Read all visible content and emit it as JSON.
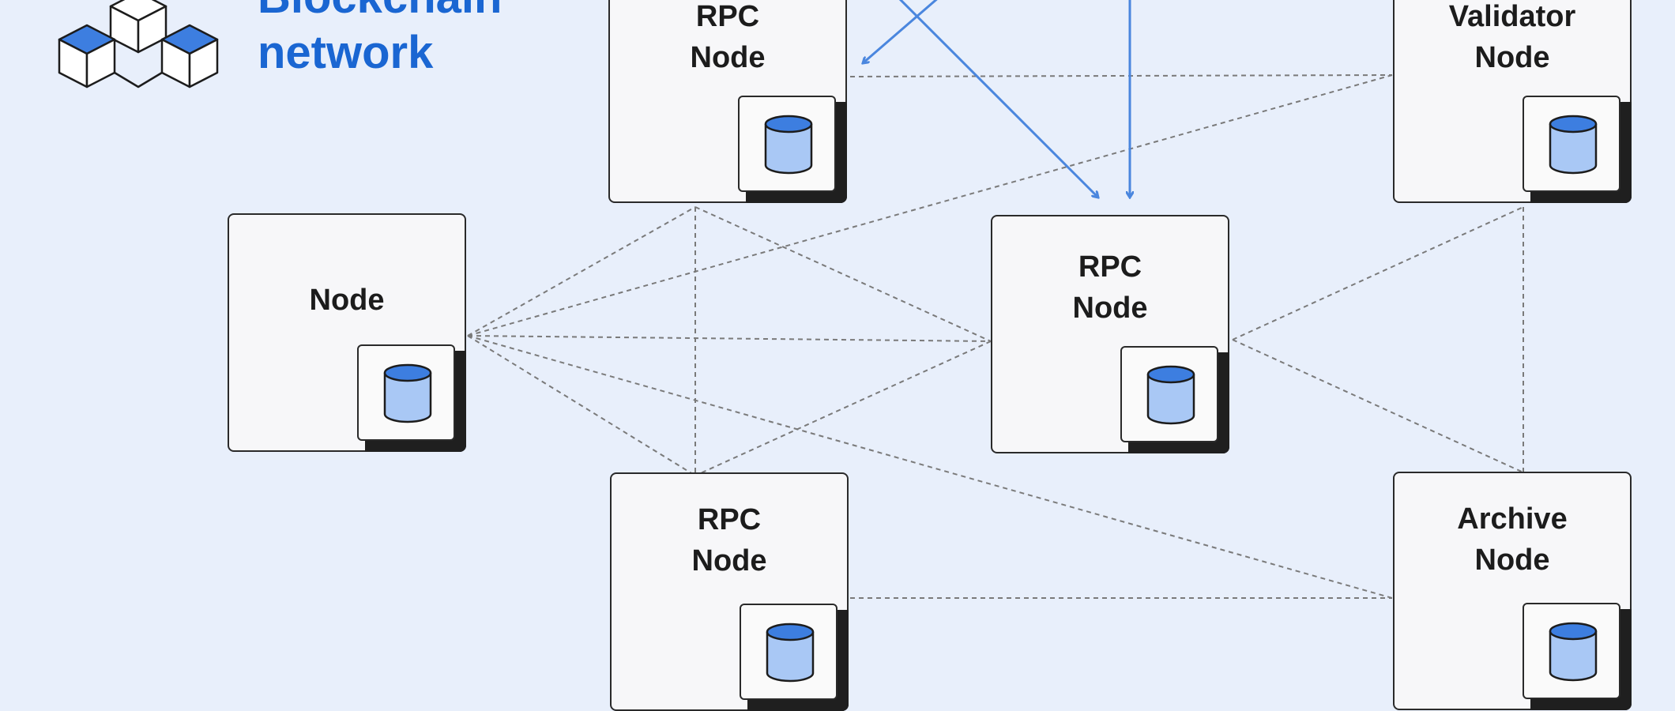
{
  "title": {
    "line1": "Blockchain",
    "line2": "network"
  },
  "nodes": {
    "rpc_top": {
      "line1": "RPC",
      "line2": "Node"
    },
    "validator": {
      "line1": "Validator",
      "line2": "Node"
    },
    "plain": {
      "line1": "Node",
      "line2": ""
    },
    "rpc_center": {
      "line1": "RPC",
      "line2": "Node"
    },
    "rpc_bottom": {
      "line1": "RPC",
      "line2": "Node"
    },
    "archive": {
      "line1": "Archive",
      "line2": "Node"
    }
  },
  "colors": {
    "accent": "#1a66d2",
    "arrow": "#4a86de",
    "db_fill": "#a9c8f5",
    "db_top": "#3d7ee0",
    "background": "#e8effb"
  },
  "icons": {
    "logo": "blockchain-cubes-icon",
    "database": "database-icon"
  }
}
